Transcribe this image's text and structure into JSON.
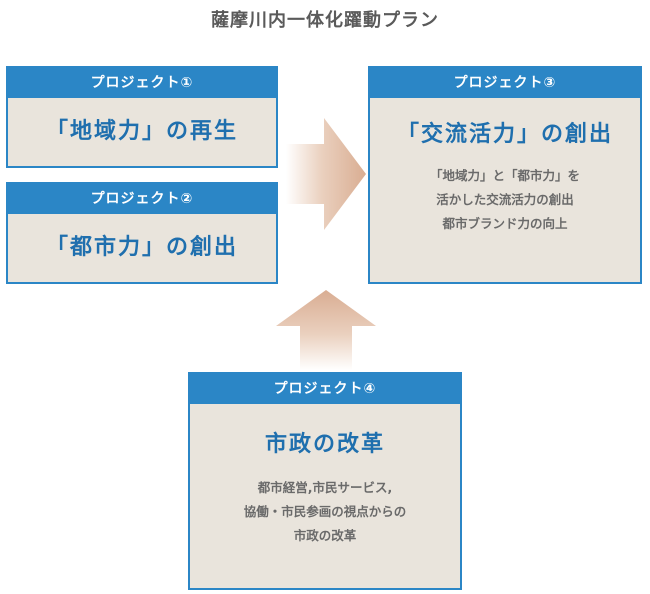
{
  "title": "薩摩川内一体化躍動プラン",
  "projects": [
    {
      "header": "プロジェクト①",
      "main": "「地域力」の再生"
    },
    {
      "header": "プロジェクト②",
      "main": "「都市力」の創出"
    },
    {
      "header": "プロジェクト③",
      "main": "「交流活力」の創出",
      "desc": [
        "「地域力」と「都市力」を",
        "活かした交流活力の創出",
        "都市ブランド力の向上"
      ]
    },
    {
      "header": "プロジェクト④",
      "main": "市政の改革",
      "desc": [
        "都市経営,市民サービス,",
        "協働・市民参画の視点からの",
        "市政の改革"
      ]
    }
  ],
  "colors": {
    "header_blue": "#2b86c6",
    "card_bg": "#e9e4dc",
    "arrow": "#d9ad92",
    "title_text": "#5a5a5a"
  }
}
